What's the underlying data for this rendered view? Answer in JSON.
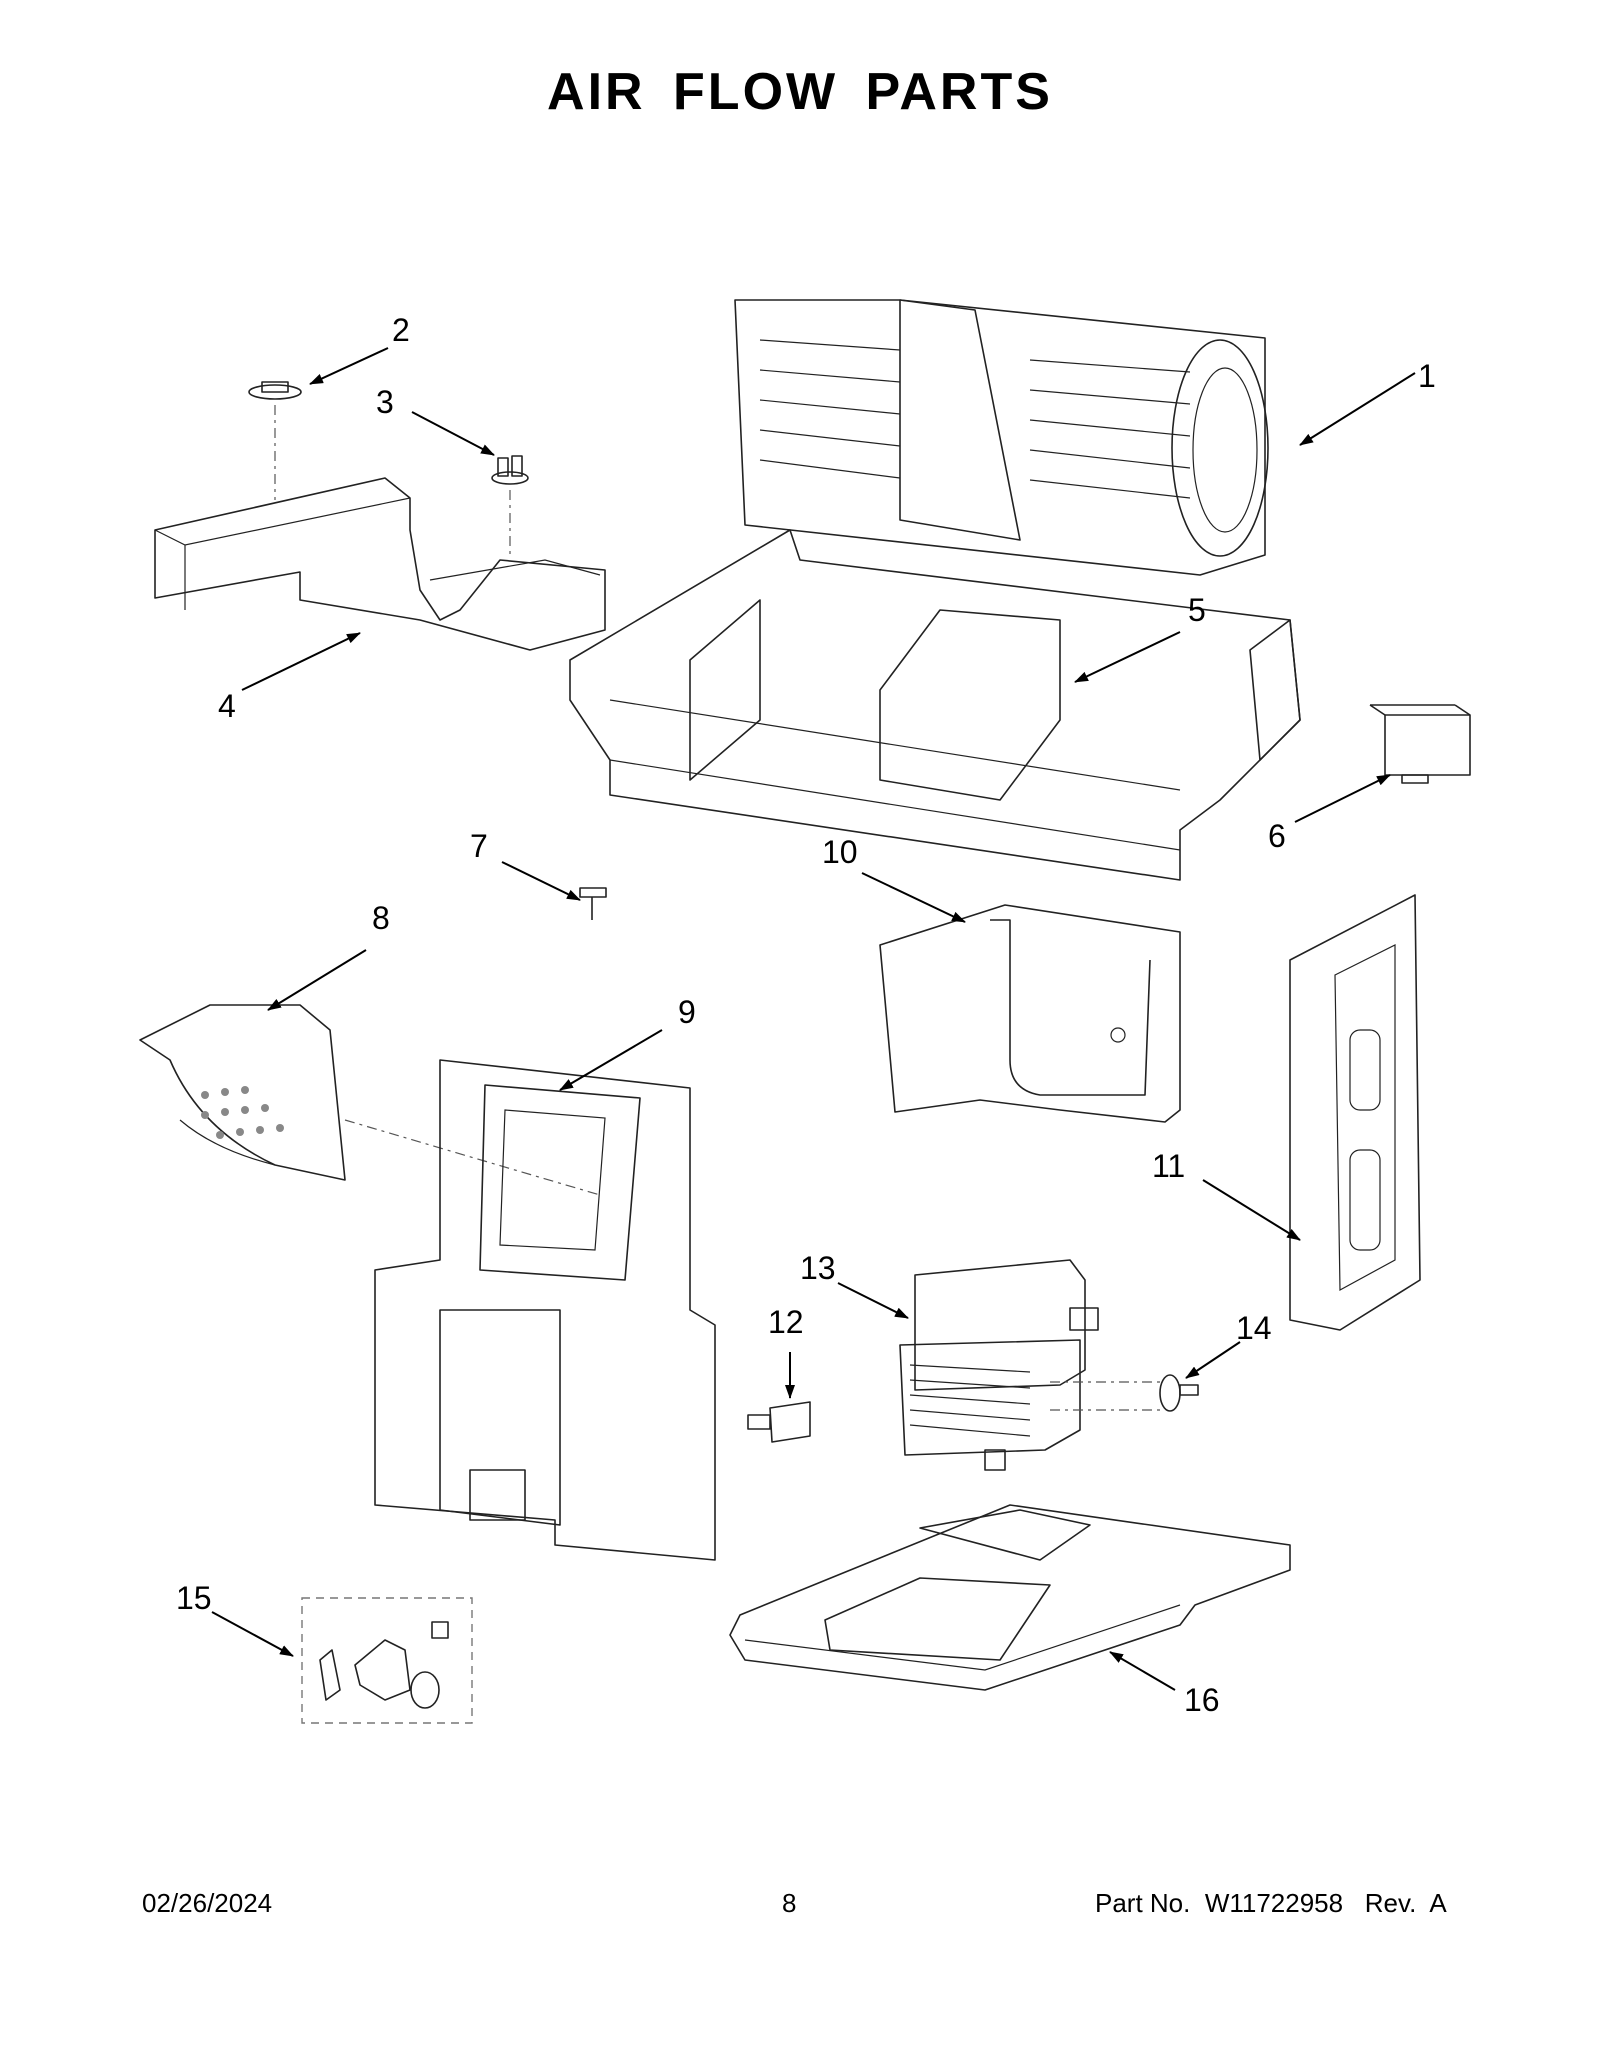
{
  "title": "AIR FLOW PARTS",
  "callouts": [
    {
      "id": "1",
      "text": "1"
    },
    {
      "id": "2",
      "text": "2"
    },
    {
      "id": "3",
      "text": "3"
    },
    {
      "id": "4",
      "text": "4"
    },
    {
      "id": "5",
      "text": "5"
    },
    {
      "id": "6",
      "text": "6"
    },
    {
      "id": "7",
      "text": "7"
    },
    {
      "id": "8",
      "text": "8"
    },
    {
      "id": "9",
      "text": "9"
    },
    {
      "id": "10",
      "text": "10"
    },
    {
      "id": "11",
      "text": "11"
    },
    {
      "id": "12",
      "text": "12"
    },
    {
      "id": "13",
      "text": "13"
    },
    {
      "id": "14",
      "text": "14"
    },
    {
      "id": "15",
      "text": "15"
    },
    {
      "id": "16",
      "text": "16"
    }
  ],
  "footer": {
    "date": "02/26/2024",
    "page": "8",
    "part_no": "Part No.  W11722958   Rev.  A"
  }
}
